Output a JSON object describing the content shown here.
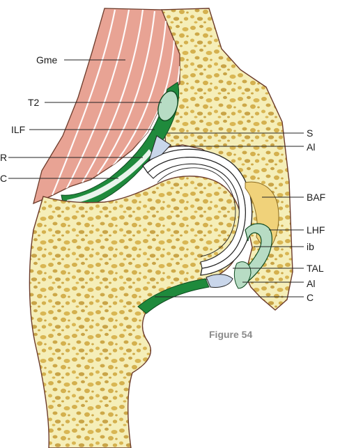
{
  "figure": {
    "caption": "Figure 54"
  },
  "labels": {
    "gme": "Gme",
    "t2": "T2",
    "ilf": "ILF",
    "s": "S",
    "al_upper": "Al",
    "r": "R",
    "c_left": "C",
    "baf": "BAF",
    "lhf": "LHF",
    "ib": "ib",
    "tal": "TAL",
    "al_lower": "Al",
    "c_lower": "C"
  },
  "colors": {
    "bone_fill": "#f5eeb8",
    "bone_outline": "#6b3a2a",
    "trabecular": "#d4b04e",
    "muscle": "#e8a394",
    "ligament_green": "#1f8a3c",
    "cartilage": "#ffffff",
    "synovial_light": "#b7dcc4",
    "fat_pad": "#f0d27a",
    "labrum_blue": "#c9d6ea"
  }
}
